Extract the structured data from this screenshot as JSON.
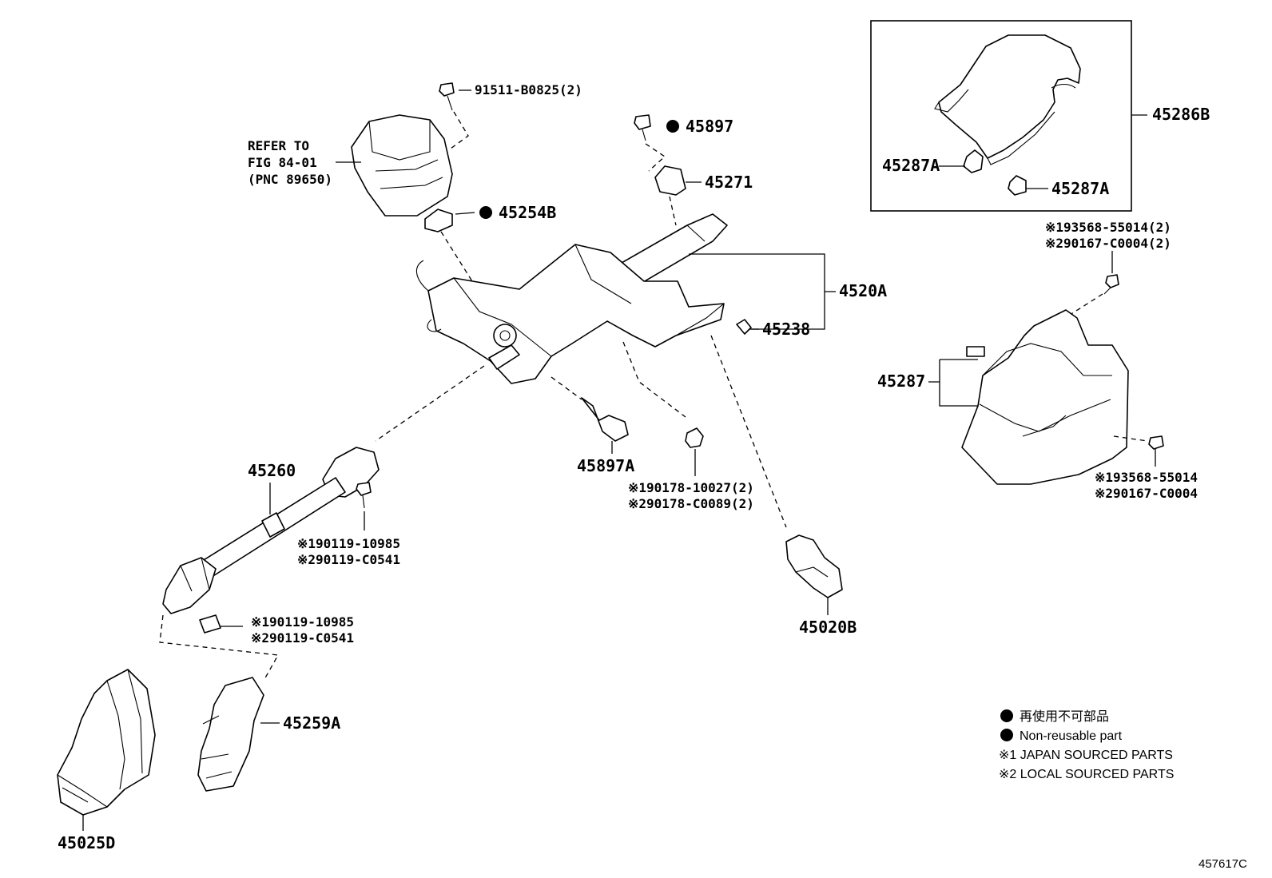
{
  "figure_id": "457617C",
  "labels": {
    "p91511": "91511-B0825(2)",
    "refer1": "REFER TO",
    "refer2": "FIG 84-01",
    "refer3": "(PNC 89650)",
    "p45897": "45897",
    "p45271": "45271",
    "p45254B": "45254B",
    "p4520A": "4520A",
    "p45238": "45238",
    "p45897A": "45897A",
    "p90178a": "※190178-10027(2)",
    "p90178b": "※290178-C0089(2)",
    "p45260": "45260",
    "p90119a_1": "※190119-10985",
    "p90119b_1": "※290119-C0541",
    "p90119a_2": "※190119-10985",
    "p90119b_2": "※290119-C0541",
    "p45020B": "45020B",
    "p45259A": "45259A",
    "p45025D": "45025D",
    "p45286B": "45286B",
    "p45287A_1": "45287A",
    "p45287A_2": "45287A",
    "p93568a_top": "※193568-55014(2)",
    "p90167b_top": "※290167-C0004(2)",
    "p45287": "45287",
    "p93568a_bot": "※193568-55014",
    "p90167b_bot": "※290167-C0004"
  },
  "legend": {
    "non_reusable_jp": "再使用不可部品",
    "non_reusable_en": "Non-reusable part",
    "japan_sourced": "※1 JAPAN SOURCED PARTS",
    "local_sourced": "※2 LOCAL SOURCED PARTS"
  },
  "colors": {
    "ink": "#000000",
    "paper": "#ffffff"
  }
}
